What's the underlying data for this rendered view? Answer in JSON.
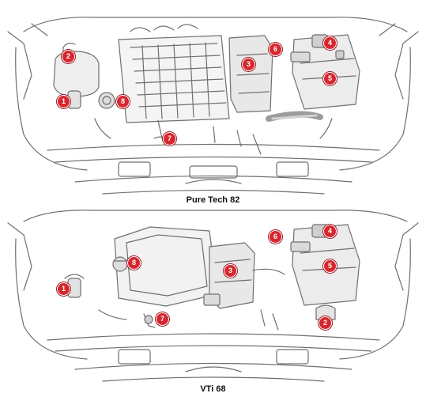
{
  "colors": {
    "callout": "#d8262f",
    "line": "#6f6f6f",
    "shade": "#d9d9d9",
    "dark": "#3a3a3a"
  },
  "diagrams": [
    {
      "caption": "Pure Tech 82",
      "callouts": [
        "1",
        "2",
        "3",
        "4",
        "5",
        "6",
        "7",
        "8"
      ]
    },
    {
      "caption": "VTi 68",
      "callouts": [
        "1",
        "2",
        "3",
        "4",
        "5",
        "6",
        "7",
        "8"
      ]
    }
  ]
}
